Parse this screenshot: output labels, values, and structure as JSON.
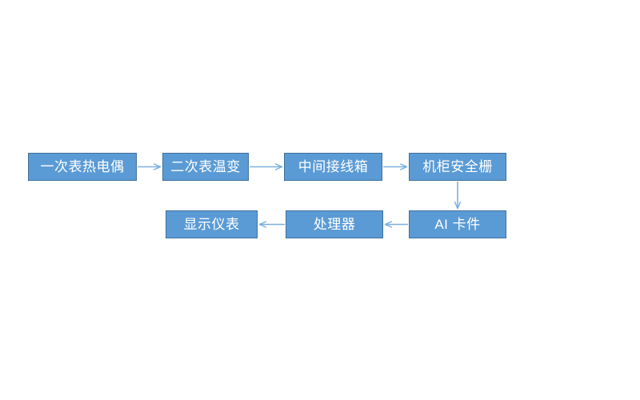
{
  "diagram": {
    "title": "",
    "background_color": "#ffffff",
    "node_fill": "#5b9bd5",
    "node_border": "#41719c",
    "node_text_color": "#ffffff",
    "connector_color": "#7cafdd",
    "nodes": [
      {
        "id": "thermocouple",
        "label": "一次表热电偶"
      },
      {
        "id": "transmitter",
        "label": "二次表温变"
      },
      {
        "id": "junction",
        "label": "中间接线箱"
      },
      {
        "id": "barrier",
        "label": "机柜安全栅"
      },
      {
        "id": "aicard",
        "label": "AI 卡件"
      },
      {
        "id": "processor",
        "label": "处理器"
      },
      {
        "id": "display",
        "label": "显示仪表"
      }
    ],
    "edges": [
      {
        "id": "e1",
        "from": "thermocouple",
        "to": "transmitter",
        "direction": "right"
      },
      {
        "id": "e2",
        "from": "transmitter",
        "to": "junction",
        "direction": "right"
      },
      {
        "id": "e3",
        "from": "junction",
        "to": "barrier",
        "direction": "right"
      },
      {
        "id": "e4",
        "from": "barrier",
        "to": "aicard",
        "direction": "down"
      },
      {
        "id": "e5",
        "from": "aicard",
        "to": "processor",
        "direction": "left"
      },
      {
        "id": "e6",
        "from": "processor",
        "to": "display",
        "direction": "left"
      }
    ]
  }
}
